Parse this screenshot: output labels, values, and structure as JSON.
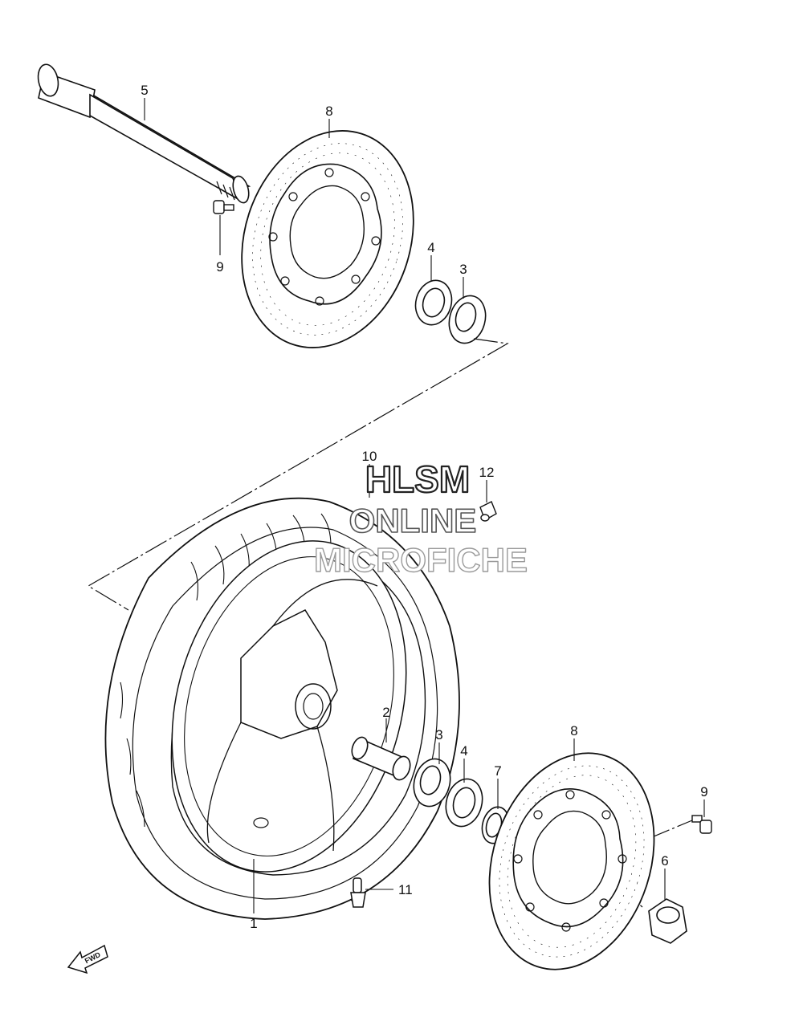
{
  "watermark": {
    "line1": "HLSM",
    "line2": "ONLINE",
    "line3": "MICROFICHE"
  },
  "callouts": {
    "c1": "1",
    "c2": "2",
    "c3_upper": "3",
    "c3_lower": "3",
    "c4_upper": "4",
    "c4_lower": "4",
    "c5": "5",
    "c6": "6",
    "c7": "7",
    "c8_upper": "8",
    "c8_lower": "8",
    "c9_upper": "9",
    "c9_lower": "9",
    "c10": "10",
    "c11": "11",
    "c12": "12"
  },
  "fwd_label": "FWD",
  "colors": {
    "line": "#111111",
    "watermark_dark": "#222222",
    "watermark_light": "#9a9a9a"
  },
  "icons": [
    "fwd-arrow-icon"
  ]
}
